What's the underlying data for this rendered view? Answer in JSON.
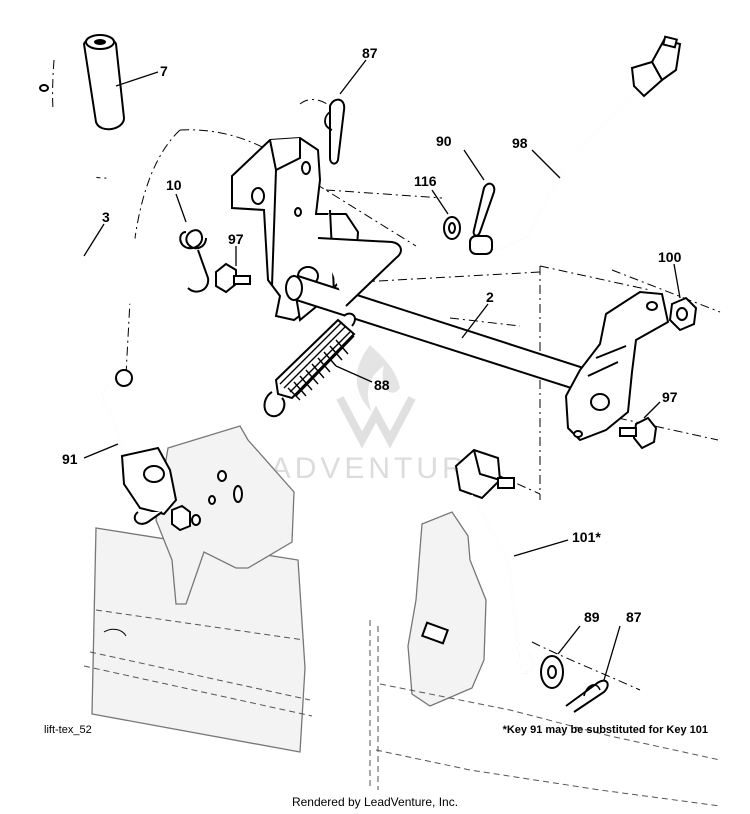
{
  "diagram": {
    "callouts": [
      {
        "id": "c7",
        "text": "7"
      },
      {
        "id": "c87a",
        "text": "87"
      },
      {
        "id": "c10",
        "text": "10"
      },
      {
        "id": "c3",
        "text": "3"
      },
      {
        "id": "c97a",
        "text": "97"
      },
      {
        "id": "c90",
        "text": "90"
      },
      {
        "id": "c98",
        "text": "98"
      },
      {
        "id": "c116",
        "text": "116"
      },
      {
        "id": "c100",
        "text": "100"
      },
      {
        "id": "c2",
        "text": "2"
      },
      {
        "id": "c88",
        "text": "88"
      },
      {
        "id": "c97b",
        "text": "97"
      },
      {
        "id": "c91",
        "text": "91"
      },
      {
        "id": "c101",
        "text": "101*"
      },
      {
        "id": "c89",
        "text": "89"
      },
      {
        "id": "c87b",
        "text": "87"
      }
    ],
    "watermark": "LEADVENTURE",
    "diagram_id": "lift-tex_52",
    "footnote": "*Key 91 may be substituted for Key 101",
    "credit": "Rendered by LeadVenture, Inc."
  }
}
